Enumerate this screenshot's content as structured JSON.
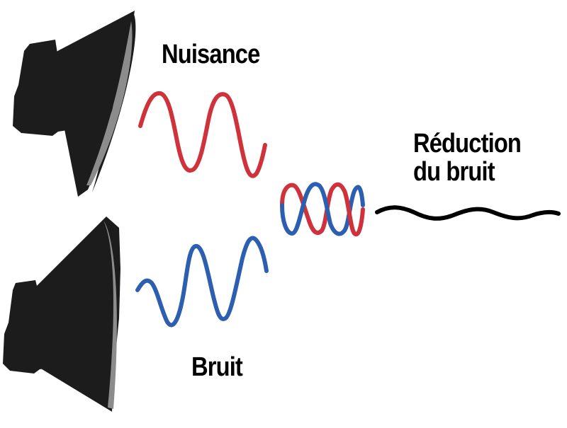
{
  "labels": {
    "nuisance": "Nuisance",
    "bruit": "Bruit",
    "reduction_line1": "Réduction",
    "reduction_line2": "du bruit"
  },
  "colors": {
    "noise_wave": "#d0323b",
    "anti_noise_wave": "#2d5fb0",
    "result_wave": "#000000",
    "speaker_body": "#1c1c1c",
    "speaker_cone": "#888888",
    "background": "#ffffff"
  },
  "icons": {
    "top_speaker": "loudspeaker-icon",
    "bottom_speaker": "loudspeaker-icon"
  }
}
